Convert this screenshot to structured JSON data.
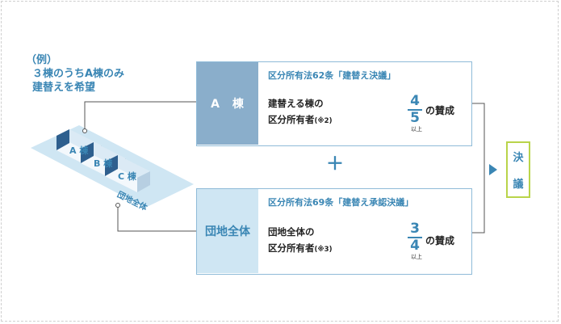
{
  "example": {
    "line1": "（例）",
    "line2": "３棟のうちA棟のみ",
    "line3": "建替えを希望"
  },
  "buildings": {
    "a": "A 棟",
    "b": "B 棟",
    "c": "C 棟",
    "estate": "団地全体"
  },
  "row_a": {
    "label": "A　棟",
    "title": "区分所有法62条「建替え決議」",
    "desc_line1": "建替える棟の",
    "desc_line2": "区分所有者",
    "note": "(※2)",
    "pie_label": "賛成",
    "fraction_num": "4",
    "fraction_den": "5",
    "ijo": "以上",
    "suffix": "の賛成",
    "pie_fraction": 0.8
  },
  "plus": "＋",
  "row_b": {
    "label": "団地全体",
    "title": "区分所有法69条「建替え承認決議」",
    "desc_line1": "団地全体の",
    "desc_line2": "区分所有者",
    "note": "(※3)",
    "pie_label": "賛成",
    "fraction_num": "3",
    "fraction_den": "4",
    "ijo": "以上",
    "suffix": "の賛成",
    "pie_fraction": 0.75
  },
  "decision": {
    "char1": "決",
    "char2": "議"
  },
  "colors": {
    "accent": "#3a86b4",
    "row_a_label_bg": "#8aaecb",
    "row_b_label_bg": "#cfe6f3",
    "decision_border": "#b9d44a",
    "pie_grey": "#e3e3e3"
  }
}
